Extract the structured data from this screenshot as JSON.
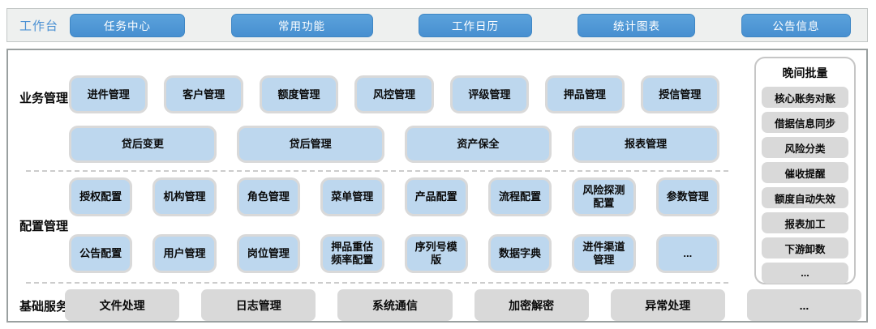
{
  "topbar": {
    "label": "工作台",
    "buttons": [
      "任务中心",
      "常用功能",
      "工作日历",
      "统计图表",
      "公告信息"
    ]
  },
  "sections": {
    "business": {
      "label": "业务管理",
      "row1": [
        "进件管理",
        "客户管理",
        "额度管理",
        "风控管理",
        "评级管理",
        "押品管理",
        "授信管理"
      ],
      "row2": [
        "贷后变更",
        "贷后管理",
        "资产保全",
        "报表管理"
      ]
    },
    "config": {
      "label": "配置管理",
      "row1": [
        "授权配置",
        "机构管理",
        "角色管理",
        "菜单管理",
        "产品配置",
        "流程配置",
        "风险探测配置",
        "参数管理"
      ],
      "row2": [
        "公告配置",
        "用户管理",
        "岗位管理",
        "押品重估频率配置",
        "序列号模版",
        "数据字典",
        "进件渠道管理",
        "..."
      ]
    },
    "basic": {
      "label": "基础服务",
      "row": [
        "文件处理",
        "日志管理",
        "系统通信",
        "加密解密",
        "异常处理",
        "..."
      ]
    }
  },
  "night_batch": {
    "title": "晚间批量",
    "items": [
      "核心账务对账",
      "借据信息同步",
      "风险分类",
      "催收提醒",
      "额度自动失效",
      "报表加工",
      "下游卸数",
      "..."
    ]
  },
  "colors": {
    "primary_blue": "#4a90d3",
    "light_blue_box": "#bdd7ee",
    "box_border_gray": "#d9d9d9",
    "gray_box": "#d9d9d9",
    "topbar_bg": "#eef0ef"
  }
}
